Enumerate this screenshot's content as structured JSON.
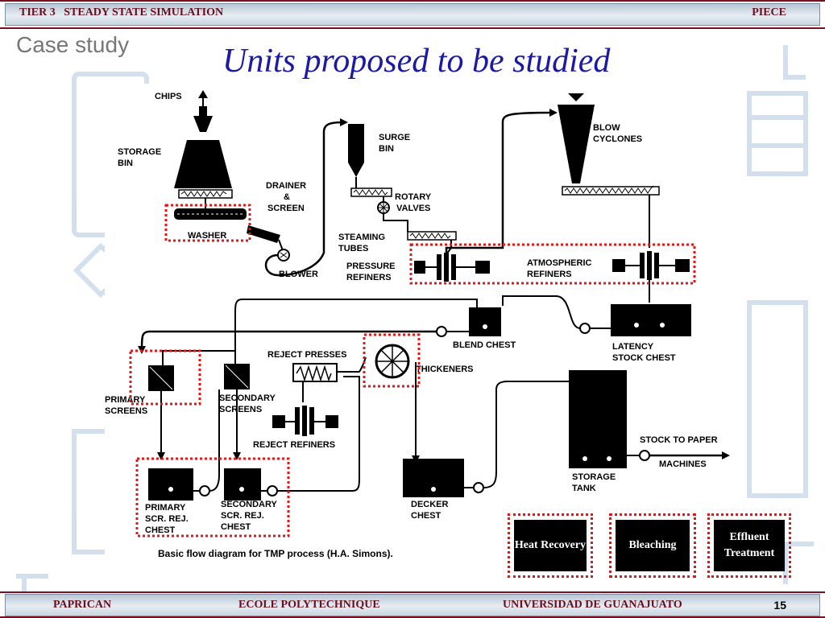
{
  "header": {
    "left": "TIER 3   STEADY STATE SIMULATION",
    "right": "PIECE"
  },
  "footer": {
    "left": "PAPRICAN",
    "center": "ECOLE POLYTECHNIQUE",
    "right": "UNIVERSIDAD DE GUANAJUATO",
    "page": "15"
  },
  "case_study": "Case study",
  "title": "Units proposed to be studied",
  "diagram": {
    "caption": "Basic flow diagram for TMP process (H.A. Simons).",
    "labels": {
      "chips": "CHIPS",
      "storage_bin_1": "STORAGE",
      "storage_bin_2": "BIN",
      "washer": "WASHER",
      "drainer_1": "DRAINER",
      "drainer_2": "&",
      "drainer_3": "SCREEN",
      "blower": "BLOWER",
      "surge_1": "SURGE",
      "surge_2": "BIN",
      "rotary_1": "ROTARY",
      "rotary_2": "VALVES",
      "steaming_1": "STEAMING",
      "steaming_2": "TUBES",
      "pressure_1": "PRESSURE",
      "pressure_2": "REFINERS",
      "blow_1": "BLOW",
      "blow_2": "CYCLONES",
      "atmos_1": "ATMOSPHERIC",
      "atmos_2": "REFINERS",
      "blend_chest": "BLEND CHEST",
      "latency_1": "LATENCY",
      "latency_2": "STOCK CHEST",
      "reject_presses": "REJECT PRESSES",
      "thickeners": "THICKENERS",
      "primary_screens_1": "PRIMARY",
      "primary_screens_2": "SCREENS",
      "secondary_screens_1": "SECONDARY",
      "secondary_screens_2": "SCREENS",
      "reject_refiners": "REJECT  REFINERS",
      "stock_to_paper": "STOCK TO PAPER",
      "machines": "MACHINES",
      "storage_tank_1": "STORAGE",
      "storage_tank_2": "TANK",
      "primary_chest_1": "PRIMARY",
      "primary_chest_2": "SCR. REJ.",
      "primary_chest_3": "CHEST",
      "secondary_chest_1": "SECONDARY",
      "secondary_chest_2": "SCR. REJ.",
      "secondary_chest_3": "CHEST",
      "decker_1": "DECKER",
      "decker_2": "CHEST"
    }
  },
  "process_boxes": {
    "heat_recovery": "Heat Recovery",
    "bleaching": "Bleaching",
    "effluent_treatment": "Effluent Treatment"
  },
  "colors": {
    "title": "#1a1aa6",
    "bar_text": "#6a0d1e",
    "highlight": "#e01818"
  }
}
